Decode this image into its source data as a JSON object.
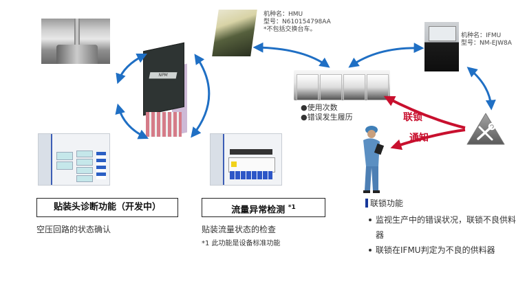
{
  "machines": {
    "hmu": {
      "name_label": "机种名：HMU",
      "model_label": "型号：N610154798AA",
      "note": "*不包括交换台车。"
    },
    "ifmu": {
      "name_label": "机种名：IFMU",
      "model_label": "型号：NM-EJW8A"
    },
    "line_info": [
      "●使用次数",
      "●错误发生履历"
    ],
    "head_logo": "NPM"
  },
  "signals": {
    "interlock": "联锁",
    "notify": "通知"
  },
  "features": [
    {
      "title": "贴装头诊断功能（开发中）",
      "superscript": "",
      "description": "空压回路的状态确认",
      "note": ""
    },
    {
      "title": "流量异常检测",
      "superscript": "*1",
      "description": "贴装流量状态的检查",
      "note": "*1 此功能是设备标准功能"
    }
  ],
  "interlock_function": {
    "title": "联锁功能",
    "bullets": [
      "监视生产中的错误状况，联锁不良供料器",
      "联锁在IFMU判定为不良的供料器"
    ]
  },
  "colors": {
    "arrow_blue": "#1f6fc4",
    "signal_red": "#c8102e",
    "title_bar": "#17389a"
  }
}
